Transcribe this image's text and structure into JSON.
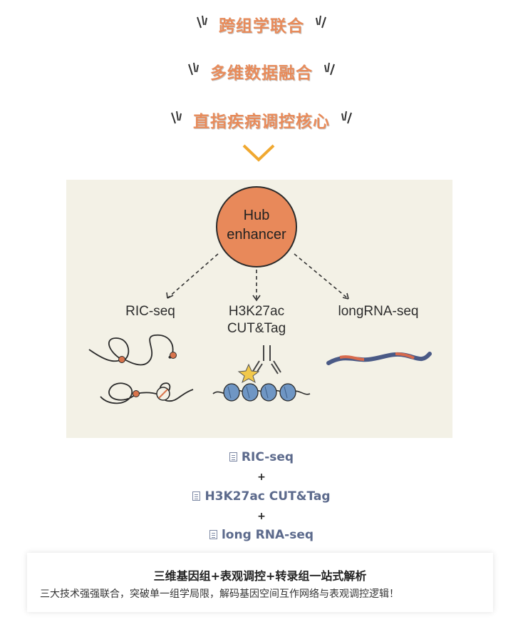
{
  "slogans": [
    "跨组学联合",
    "多维数据融合",
    "直指疾病调控核心"
  ],
  "figure": {
    "hub_label": "Hub\nenhancer",
    "methods": [
      "RIC-seq",
      "H3K27ac\nCUT&Tag",
      "longRNA-seq"
    ]
  },
  "techniques": [
    "RIC-seq",
    "H3K27ac CUT&Tag",
    "long RNA-seq"
  ],
  "plus_sign": "+",
  "summary": {
    "title": "三维基因组+表观调控+转录组一站式解析",
    "body": "三大技术强强联合，突破单一组学局限，解码基因空间互作网络与表观调控逻辑！"
  },
  "colors": {
    "slogan": "#e88b5a",
    "hub_fill": "#e8895a",
    "chevron": "#f0a830",
    "tech_text": "#5c6a8c",
    "figure_bg": "#f3f1e6"
  }
}
